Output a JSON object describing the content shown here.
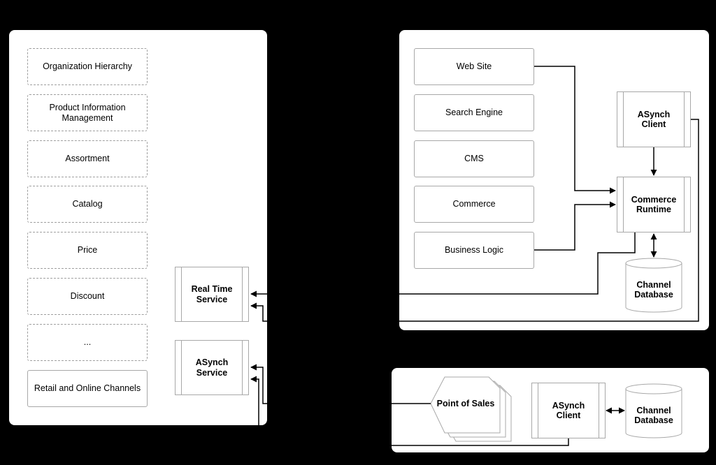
{
  "left_panel": {
    "items": [
      "Organization Hierarchy",
      "Product Information Management",
      "Assortment",
      "Catalog",
      "Price",
      "Discount",
      "...",
      "Retail and Online Channels"
    ],
    "real_time_service": "Real Time Service",
    "asynch_service": "ASynch Service"
  },
  "channel_panel": {
    "items": [
      "Web Site",
      "Search Engine",
      "CMS",
      "Commerce",
      "Business Logic"
    ],
    "asynch_client": "ASynch Client",
    "commerce_runtime": "Commerce Runtime",
    "channel_database": "Channel Database"
  },
  "store_panel": {
    "point_of_sales": "Point of Sales",
    "asynch_client": "ASynch Client",
    "channel_database": "Channel Database"
  }
}
